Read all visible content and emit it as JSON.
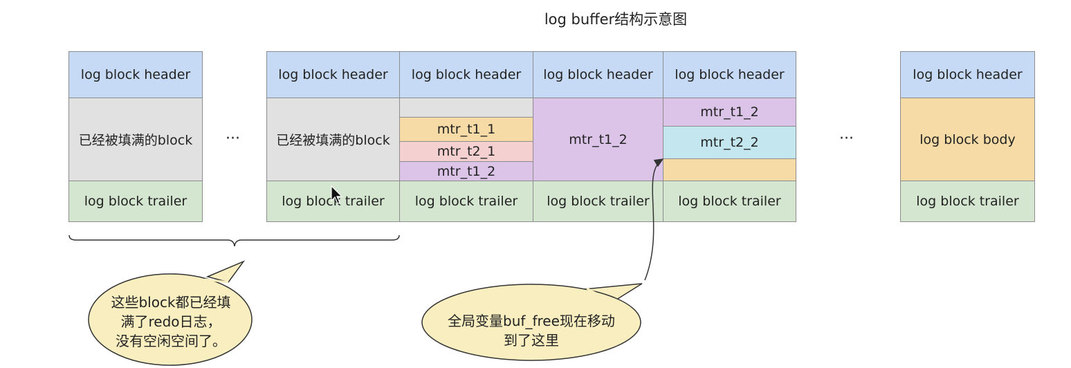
{
  "title": "log buffer结构示意图",
  "labels": {
    "header": "log block header",
    "trailer": "log block trailer",
    "filled": "已经被填满的block",
    "body": "log block body",
    "mtr_t1_1": "mtr_t1_1",
    "mtr_t2_1": "mtr_t2_1",
    "mtr_t1_2": "mtr_t1_2",
    "mtr_t2_2": "mtr_t2_2",
    "ellipsis": "···"
  },
  "callouts": {
    "filled_note": [
      "这些block都已经填",
      "满了redo日志，",
      "没有空闲空间了。"
    ],
    "buf_free_note": [
      "全局变量buf_free现在移动",
      "到了这里"
    ]
  },
  "colors": {
    "header": "#c6daf6",
    "filled": "#e1e1e1",
    "trailer": "#d4e6cf",
    "body": "#f6dba6",
    "mtr_t1_1": "#f6dba6",
    "mtr_t2_1": "#f4d1d0",
    "mtr_t1_2": "#dbc4e8",
    "mtr_t2_2": "#c4e6ee",
    "callout_fill": "#f8eec0"
  }
}
